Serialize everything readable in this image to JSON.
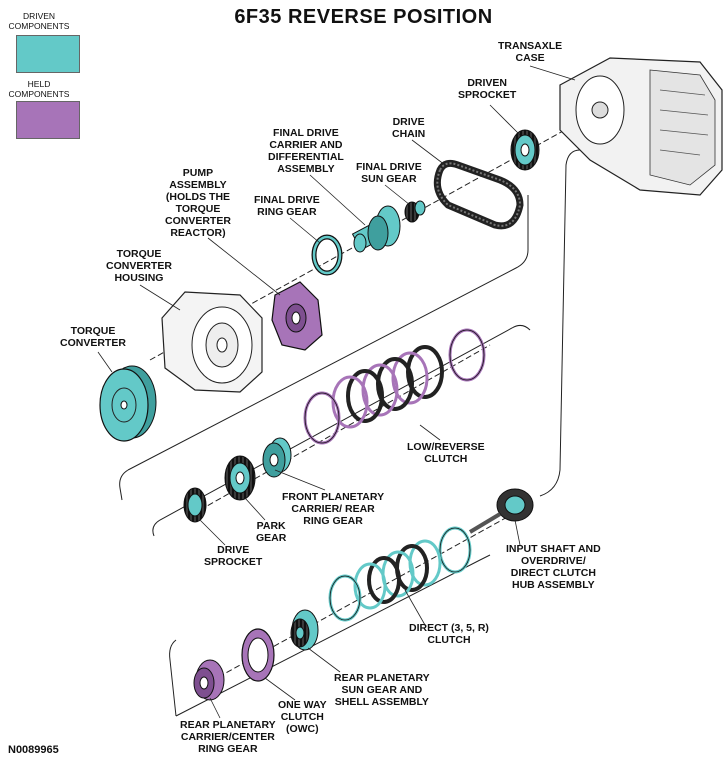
{
  "title": "6F35 REVERSE POSITION",
  "legend": {
    "driven": {
      "label_lines": [
        "DRIVEN",
        "COMPONENTS"
      ],
      "color": "#63c9c8"
    },
    "held": {
      "label_lines": [
        "HELD",
        "COMPONENTS"
      ],
      "color": "#a774b8"
    }
  },
  "labels": {
    "transaxle_case": [
      "TRANSAXLE",
      "CASE"
    ],
    "driven_sprocket": [
      "DRIVEN",
      "SPROCKET"
    ],
    "drive_chain": [
      "DRIVE",
      "CHAIN"
    ],
    "final_drive_carrier": [
      "FINAL DRIVE",
      "CARRIER AND",
      "DIFFERENTIAL",
      "ASSEMBLY"
    ],
    "final_drive_sun_gear": [
      "FINAL DRIVE",
      "SUN GEAR"
    ],
    "final_drive_ring_gear": [
      "FINAL DRIVE",
      "RING GEAR"
    ],
    "pump_assembly": [
      "PUMP",
      "ASSEMBLY",
      "(HOLDS THE",
      "TORQUE",
      "CONVERTER",
      "REACTOR)"
    ],
    "torque_converter_housing": [
      "TORQUE",
      "CONVERTER",
      "HOUSING"
    ],
    "torque_converter": [
      "TORQUE",
      "CONVERTER"
    ],
    "low_reverse_clutch": [
      "LOW/REVERSE",
      "CLUTCH"
    ],
    "front_planetary": [
      "FRONT PLANETARY",
      "CARRIER/ REAR",
      "RING GEAR"
    ],
    "park_gear": [
      "PARK",
      "GEAR"
    ],
    "drive_sprocket": [
      "DRIVE",
      "SPROCKET"
    ],
    "input_shaft": [
      "INPUT SHAFT AND",
      "OVERDRIVE/",
      "DIRECT CLUTCH",
      "HUB ASSEMBLY"
    ],
    "direct_clutch": [
      "DIRECT (3, 5, R)",
      "CLUTCH"
    ],
    "rear_planetary_sun": [
      "REAR PLANETARY",
      "SUN GEAR AND",
      "SHELL ASSEMBLY"
    ],
    "one_way_clutch": [
      "ONE WAY",
      "CLUTCH",
      "(OWC)"
    ],
    "rear_planetary_carrier": [
      "REAR PLANETARY",
      "CARRIER/CENTER",
      "RING GEAR"
    ]
  },
  "figure_code": "N0089965"
}
